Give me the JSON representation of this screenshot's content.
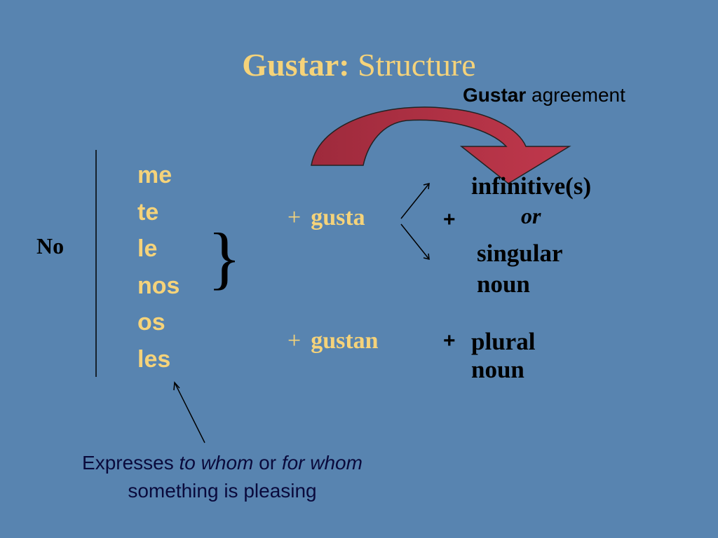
{
  "title": {
    "bold": "Gustar:",
    "rest": " Structure"
  },
  "agreement": {
    "bold": "Gustar",
    "rest": " agreement"
  },
  "no_label": "No",
  "pronouns": [
    "me",
    "te",
    "le",
    "nos",
    "os",
    "les"
  ],
  "brace": "}",
  "rows": {
    "gusta": {
      "plus": "+",
      "verb": "gusta"
    },
    "gustan": {
      "plus": "+",
      "verb": "gustan"
    }
  },
  "plus_signs": {
    "first": "+",
    "second": "+"
  },
  "targets": {
    "infinitive": "infinitive(s)",
    "or": "or",
    "singular_line1": "singular",
    "singular_line2": "noun",
    "plural_line1": "plural",
    "plural_line2": "noun"
  },
  "note": {
    "part1": "Expresses ",
    "italic1": "to whom",
    "part2": " or ",
    "italic2": "for whom",
    "line2": "something is pleasing"
  },
  "colors": {
    "background": "#5884b0",
    "gold_text": "#f5d37a",
    "arrow_red": "#b8334a"
  }
}
